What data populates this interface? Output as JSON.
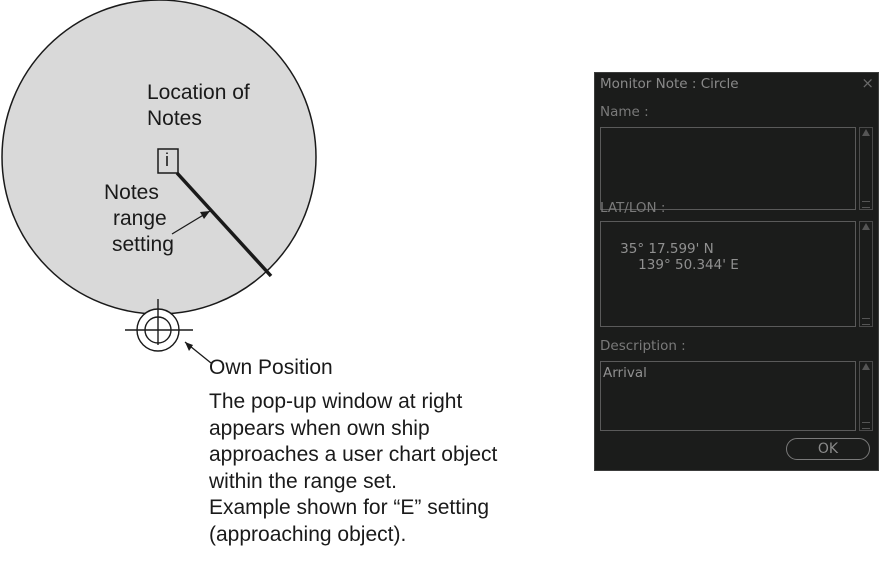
{
  "diagram": {
    "label_location": "Location of Notes",
    "label_location_line1": "Location of",
    "label_location_line2": "Notes",
    "notes_icon": "i",
    "label_range_line1": "Notes",
    "label_range_line2": "range",
    "label_range_line3": "setting",
    "label_own_position": "Own Position",
    "caption_lines": [
      "The pop-up window at right",
      "appears when own ship",
      "approaches a user chart object",
      "within the range set.",
      "Example shown for “E” setting",
      "(approaching object)."
    ]
  },
  "popup": {
    "title": "Monitor Note : Circle",
    "close_icon": "×",
    "name_label": "Name :",
    "name_value": "",
    "latlon_label": "LAT/LON :",
    "lat_value": "35° 17.599' N",
    "lon_value": "139° 50.344' E",
    "description_label": "Description :",
    "description_value": "Arrival",
    "ok_label": "OK"
  },
  "colors": {
    "range_circle_fill": "#d9d9d9",
    "popup_background": "#1b1c1b",
    "popup_text": "#7d7d7d"
  }
}
